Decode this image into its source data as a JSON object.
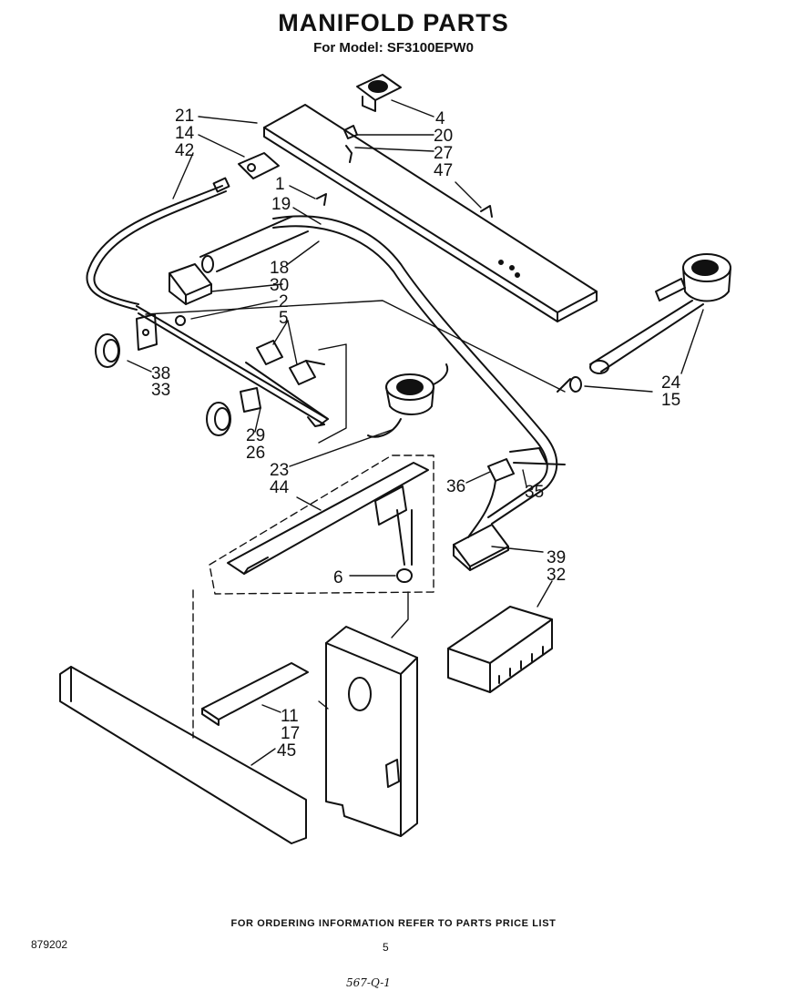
{
  "header": {
    "title": "MANIFOLD PARTS",
    "subtitle": "For Model: SF3100EPW0"
  },
  "callouts": {
    "c21": "21",
    "c14": "14",
    "c42": "42",
    "c1": "1",
    "c19": "19",
    "c18": "18",
    "c30": "30",
    "c2": "2",
    "c5": "5",
    "c38": "38",
    "c33": "33",
    "c29": "29",
    "c26": "26",
    "c23": "23",
    "c44": "44",
    "c6": "6",
    "c4": "4",
    "c20": "20",
    "c27": "27",
    "c47": "47",
    "c24": "24",
    "c15": "15",
    "c36": "36",
    "c35": "35",
    "c39": "39",
    "c32": "32",
    "c11": "11",
    "c17": "17",
    "c45": "45"
  },
  "footer": {
    "ordering_note": "FOR ORDERING INFORMATION REFER TO PARTS PRICE LIST",
    "doc_number": "879202",
    "page_number": "5",
    "handwritten_note": "567-Q-1"
  }
}
